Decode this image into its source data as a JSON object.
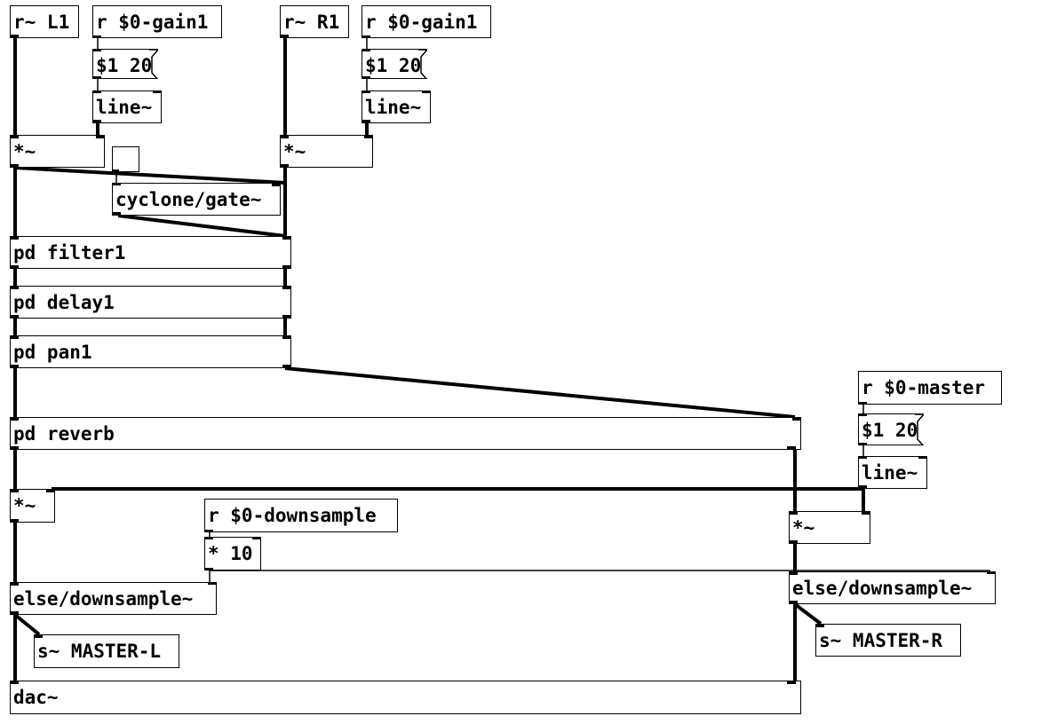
{
  "patch": {
    "objects": {
      "rL1": "r~ L1",
      "rGainL": "r $0-gain1",
      "rR1": "r~ R1",
      "rGainR": "r $0-gain1",
      "lineL": "line~",
      "lineR": "line~",
      "mulL": "*~",
      "mulR": "*~",
      "gate": "cyclone/gate~",
      "filter": "pd filter1",
      "delay": "pd delay1",
      "pan": "pd pan1",
      "reverb": "pd reverb",
      "rMaster": "r $0-master",
      "lineM": "line~",
      "mulML": "*~",
      "mulMR": "*~",
      "rDown": "r $0-downsample",
      "times10": "* 10",
      "dsL": "else/downsample~",
      "dsR": "else/downsample~",
      "sendL": "s~ MASTER-L",
      "sendR": "s~ MASTER-R",
      "dac": "dac~"
    },
    "messages": {
      "msgL": "$1 20",
      "msgR": "$1 20",
      "msgM": "$1 20"
    },
    "toggle": {
      "checked": false
    }
  }
}
